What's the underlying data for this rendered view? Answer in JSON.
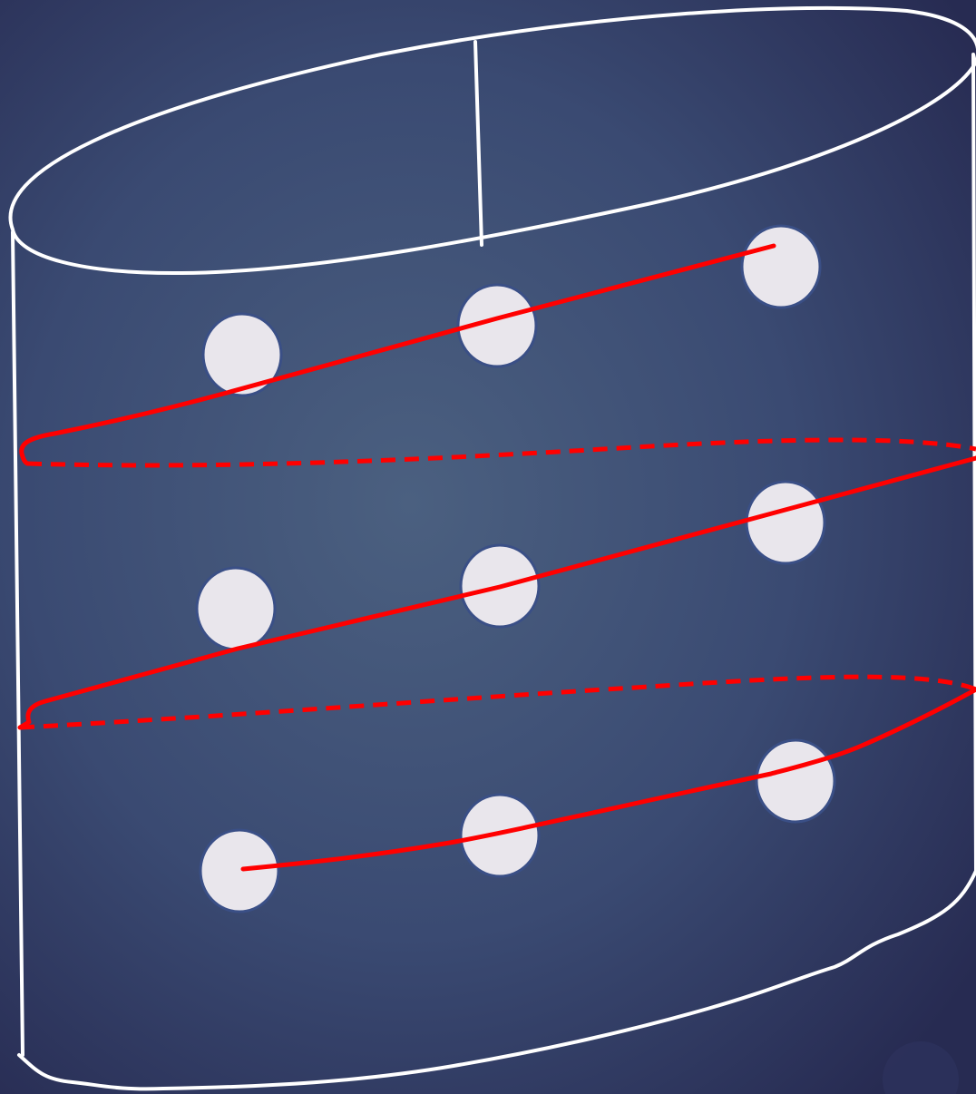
{
  "diagram": {
    "colors": {
      "background_center": "#4b6080",
      "background_edge": "#272b52",
      "cylinder_stroke": "#ffffff",
      "helix_stroke": "#ff0000",
      "dot_fill": "#e9e6ec",
      "dot_stroke": "#3a4f86"
    },
    "shapes": {
      "container": "cylinder-outline",
      "path": "helix-spiral",
      "nodes": "circle-dots"
    },
    "dots": {
      "rows": 3,
      "columns": 3
    }
  }
}
